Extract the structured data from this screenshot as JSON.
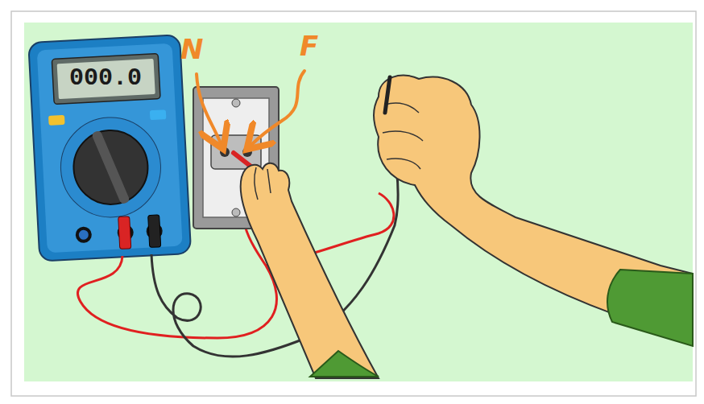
{
  "diagram": {
    "labels": [
      "000.0",
      "N",
      "F"
    ]
  }
}
